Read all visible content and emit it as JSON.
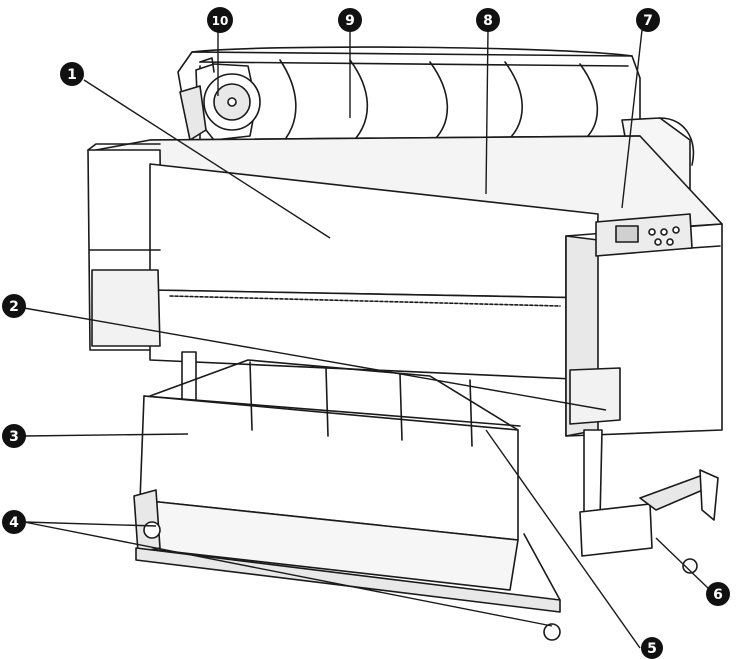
{
  "diagram": {
    "subject": "large-format-printer-front-view",
    "callouts": [
      {
        "id": "1",
        "label": "1"
      },
      {
        "id": "2",
        "label": "2"
      },
      {
        "id": "3",
        "label": "3"
      },
      {
        "id": "4",
        "label": "4"
      },
      {
        "id": "5",
        "label": "5"
      },
      {
        "id": "6",
        "label": "6"
      },
      {
        "id": "7",
        "label": "7"
      },
      {
        "id": "8",
        "label": "8"
      },
      {
        "id": "9",
        "label": "9"
      },
      {
        "id": "10",
        "label": "10"
      }
    ]
  },
  "colors": {
    "outline": "#1a1a1a",
    "body_fill": "#ffffff",
    "shade": "#e8e8e8",
    "callout_fill": "#111111",
    "callout_text": "#ffffff"
  }
}
